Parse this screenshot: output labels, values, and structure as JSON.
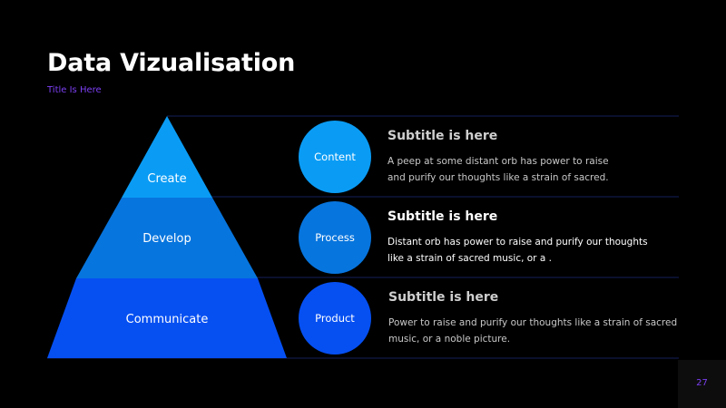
{
  "slide": {
    "title": "Data Vizualisation",
    "subtitle": "Title Is Here",
    "page_number": "27"
  },
  "pyramid": [
    {
      "label": "Create"
    },
    {
      "label": "Develop"
    },
    {
      "label": "Communicate"
    }
  ],
  "rows": [
    {
      "circle_label": "Content",
      "heading": "Subtitle is here",
      "body": "A peep at some distant orb has power to raise and purify our thoughts like a strain of sacred."
    },
    {
      "circle_label": "Process",
      "heading": "Subtitle is here",
      "body": "Distant  orb has power to raise and purify our thoughts like a strain of sacred music, or a ."
    },
    {
      "circle_label": "Product",
      "heading": "Subtitle is here",
      "body": "Power to raise and purify our thoughts like a strain of sacred music, or a noble picture."
    }
  ],
  "colors": {
    "accent": "#7b3ff2",
    "tier_top": "#0a9cf5",
    "tier_middle": "#0775de",
    "tier_bottom": "#0650f2",
    "heading_gray": "#cfcfcf",
    "body_gray": "#c8c8c8",
    "highlight_text": "#ffffff",
    "divider": "#14205a"
  }
}
